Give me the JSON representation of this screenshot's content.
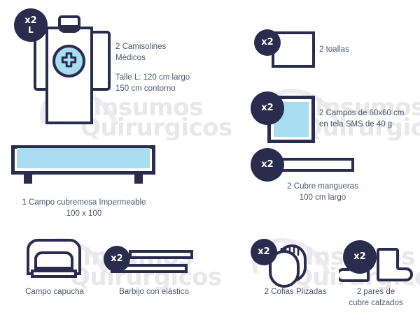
{
  "watermark": {
    "line1": "Insumos",
    "line2": "Quirurgicos"
  },
  "colors": {
    "navy": "#2a2c4e",
    "light_blue": "#a8dcf0",
    "text": "#4f5570",
    "watermark_gray": "#e7e7ec",
    "background": "#ffffff"
  },
  "items": [
    {
      "id": "camisolines",
      "icon": "medical-gown-icon",
      "badge_qty": "x2",
      "badge_size": "L",
      "caption": "2 Camisolines\nMédicos",
      "details": "Talle L: 120 cm largo\n150 cm contorno"
    },
    {
      "id": "campo-cubremesa",
      "icon": "table-cover-icon",
      "badge_qty": null,
      "caption": "1 Campo cubremesa Impermeable\n100 x 100"
    },
    {
      "id": "campo-capucha",
      "icon": "hood-drape-icon",
      "badge_qty": null,
      "caption": "Campo capucha"
    },
    {
      "id": "barbijo",
      "icon": "face-mask-icon",
      "badge_qty": "x2",
      "caption": "Barbijo con elástico"
    },
    {
      "id": "toallas",
      "icon": "towel-icon",
      "badge_qty": "x2",
      "caption": "2 toallas"
    },
    {
      "id": "campos-sms",
      "icon": "surgical-field-icon",
      "badge_qty": "x2",
      "caption": "2 Campos de 60x60 cm\nen tela SMS de 40 g"
    },
    {
      "id": "cubre-mangueras",
      "icon": "hose-cover-icon",
      "badge_qty": "x2",
      "caption": "2 Cubre mangueras\n100 cm largo"
    },
    {
      "id": "cofias",
      "icon": "surgical-cap-icon",
      "badge_qty": "x2",
      "caption": "2 Cofias Plizadas"
    },
    {
      "id": "cubre-calzados",
      "icon": "shoe-cover-icon",
      "badge_qty": "x2",
      "caption": "2 pares de\ncubre calzados"
    }
  ]
}
